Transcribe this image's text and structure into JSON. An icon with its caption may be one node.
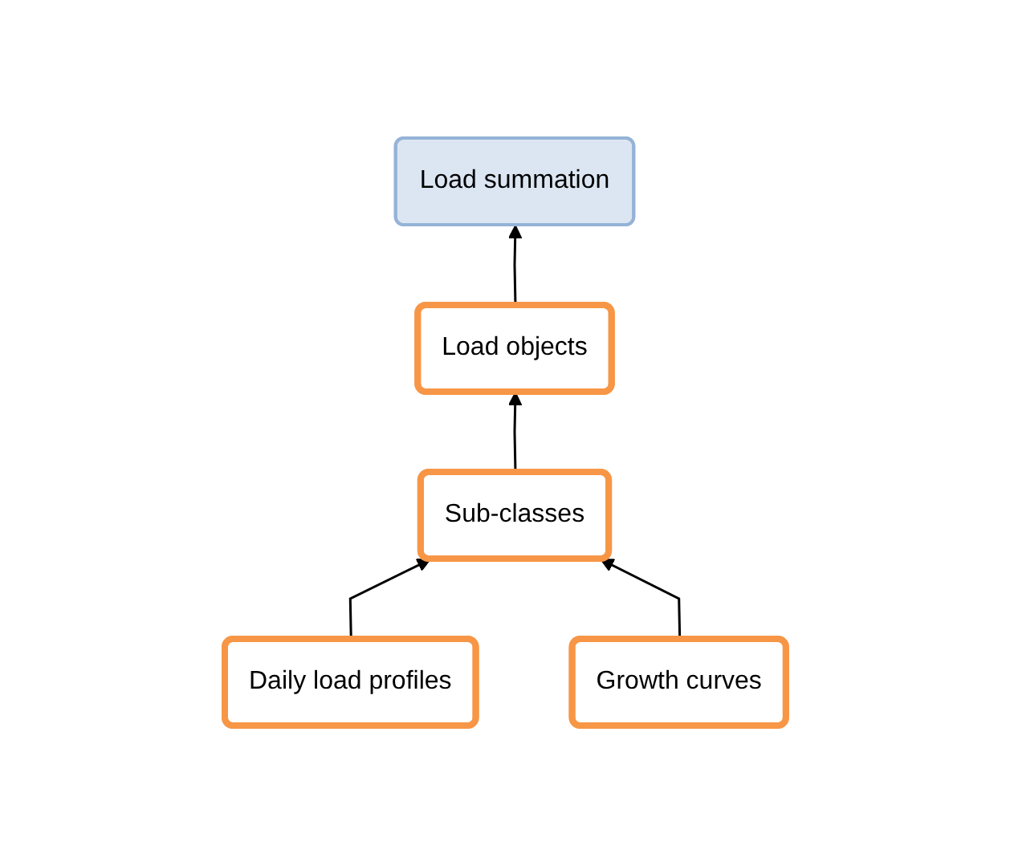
{
  "diagram": {
    "nodes": [
      {
        "text": [
          "Load summation"
        ]
      },
      {
        "text": [
          "Load objects"
        ]
      },
      {
        "text": [
          "Sub-classes"
        ]
      },
      {
        "text": [
          "Daily load profiles"
        ]
      },
      {
        "text": [
          "Growth curves"
        ]
      }
    ],
    "edges": [
      {
        "from": 1,
        "to": 0,
        "arrow": "to"
      },
      {
        "from": 2,
        "to": 1,
        "arrow": "to"
      },
      {
        "from": 3,
        "to": 2,
        "arrow": "to"
      },
      {
        "from": 4,
        "to": 2,
        "arrow": "to"
      }
    ]
  }
}
